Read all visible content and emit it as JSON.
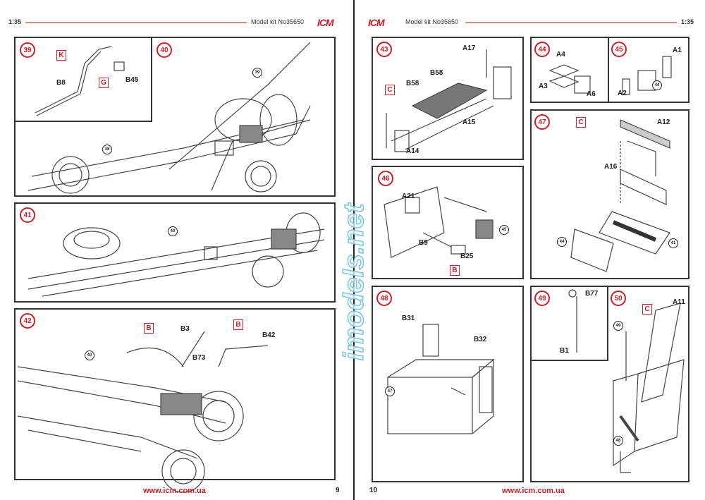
{
  "header": {
    "scale_left": "1:35",
    "scale_right": "1:35",
    "model_kit_left": "Model kit No35650",
    "model_kit_right": "Model kit No35650",
    "brand": "ICM"
  },
  "footer": {
    "url_left": "www.icm.com.ua",
    "url_right": "www.icm.com.ua",
    "page_left": "9",
    "page_right": "10"
  },
  "watermark": "imodels.net",
  "steps": {
    "s39": {
      "number": "39",
      "labels": [
        "K",
        "B8",
        "G",
        "B45"
      ]
    },
    "s40": {
      "number": "40",
      "refs": [
        "39",
        "38"
      ]
    },
    "s41": {
      "number": "41",
      "refs": [
        "40"
      ]
    },
    "s42": {
      "number": "42",
      "labels": [
        "B",
        "B3",
        "B",
        "B42",
        "B73"
      ],
      "refs": [
        "40"
      ]
    },
    "s43": {
      "number": "43",
      "labels": [
        "C",
        "B58",
        "B58",
        "A17",
        "A15",
        "A14"
      ]
    },
    "s44": {
      "number": "44",
      "labels": [
        "A4",
        "A3",
        "A6"
      ]
    },
    "s45": {
      "number": "45",
      "labels": [
        "A1",
        "A2"
      ],
      "refs": [
        "44"
      ]
    },
    "s46": {
      "number": "46",
      "labels": [
        "A21",
        "B9",
        "B25",
        "B"
      ],
      "refs": [
        "45"
      ]
    },
    "s47": {
      "number": "47",
      "labels": [
        "C",
        "A12",
        "A16"
      ],
      "refs": [
        "44",
        "41"
      ]
    },
    "s48": {
      "number": "48",
      "labels": [
        "B31",
        "B32"
      ],
      "refs": [
        "47"
      ]
    },
    "s49": {
      "number": "49",
      "labels": [
        "B77",
        "B1"
      ]
    },
    "s50": {
      "number": "50",
      "labels": [
        "A11",
        "C"
      ],
      "refs": [
        "49",
        "48"
      ]
    }
  }
}
